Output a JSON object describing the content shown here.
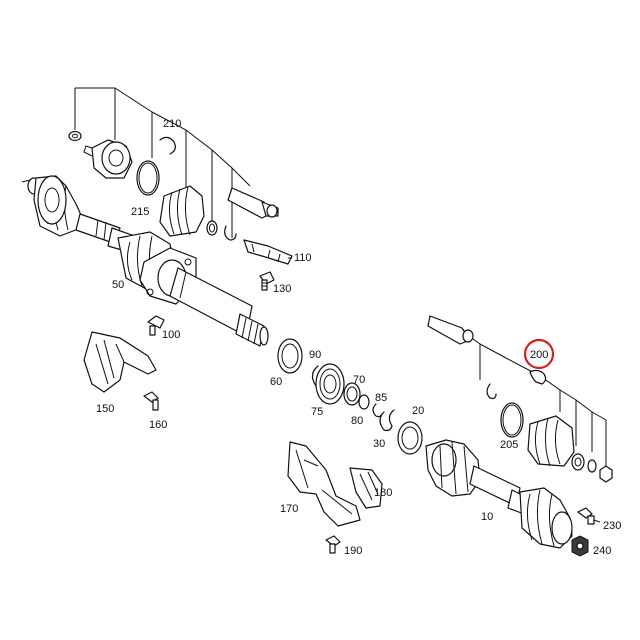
{
  "callouts": {
    "c10": "10",
    "c20": "20",
    "c30": "30",
    "c50": "50",
    "c60": "60",
    "c70": "70",
    "c75": "75",
    "c80": "80",
    "c85": "85",
    "c90": "90",
    "c100": "100",
    "c110": "110",
    "c130": "130",
    "c150": "150",
    "c160": "160",
    "c170": "170",
    "c180": "180",
    "c190": "190",
    "c200": "200",
    "c205": "205",
    "c210": "210",
    "c215": "215",
    "c230": "230",
    "c240": "240"
  },
  "highlight": {
    "part": "200",
    "color": "#d32020"
  }
}
